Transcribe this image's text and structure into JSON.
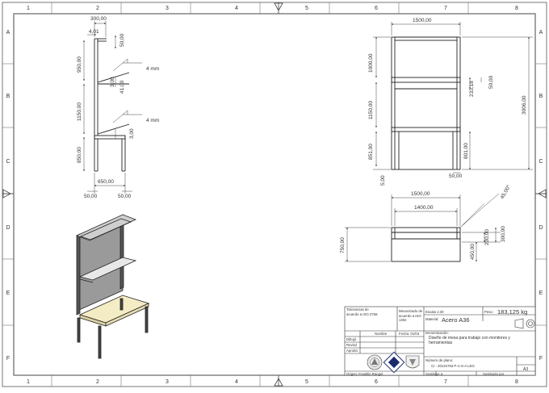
{
  "frame": {
    "col_labels": [
      "1",
      "2",
      "3",
      "4",
      "5",
      "6",
      "7",
      "8"
    ],
    "row_labels": [
      "A",
      "B",
      "C",
      "D",
      "E",
      "F"
    ]
  },
  "side_view": {
    "dim_top_width": "300,00",
    "dim_small_offset": "4,01",
    "dim_gap": "50,00",
    "dim_upper_height": "950,00",
    "dim_mid_height": "1150,00",
    "dim_lower_height": "850,00",
    "dim_plate_a": "3,00",
    "dim_plate_b": "41,00",
    "dim_plate_c": "3,00",
    "weld_upper": "4 mm",
    "weld_lower": "4 mm",
    "dim_base_width": "650,00",
    "dim_leg_left": "50,00",
    "dim_leg_right": "50,00"
  },
  "front_view": {
    "dim_width": "1500,00",
    "dim_top": "1000,00",
    "dim_middle": "1150,00",
    "dim_bottom": "851,00",
    "dim_small": "5,00",
    "dim_shelf_gap": "233,18",
    "dim_shelf_t": "50,00",
    "dim_total": "3006,00",
    "dim_leg_height": "801,00",
    "dim_leg_width": "50,00"
  },
  "top_view": {
    "dim_outer": "1500,00",
    "dim_inner": "1400,00",
    "dim_angle": "45,00°",
    "dim_depth": "750,00",
    "dim_a": "200,00",
    "dim_b": "300,00",
    "dim_c": "450,00"
  },
  "title_block": {
    "tolerances_label": "Tolerancias de acuerdo a ISO 2768",
    "machining_label": "Mecanizado de acuerdo a ISO 1302",
    "scale": "Escala 1:30",
    "mass_label": "Peso:",
    "mass_value": "183,125 kg",
    "material_label": "Material:",
    "material_value": "Acero A36",
    "date_label": "Fecha: 01/03",
    "drawn_label": "Dibujó",
    "reviewed_label": "Revisó",
    "approved_label": "Aprobó",
    "name_label": "Nombre",
    "denomination_label": "Denominación:",
    "denomination_value": "Diseño de mesa para trabajo con monitores y herramientas",
    "drawing_number_label": "Número de plano:",
    "drawing_number_value": "CI - 20134753 P-A-S-A LEO",
    "sheet_size": "A3",
    "origin_label": "Origen: Franklin Rangel",
    "replaces_label": "Sustituye a",
    "replaced_by_label": "Sustituido por"
  }
}
